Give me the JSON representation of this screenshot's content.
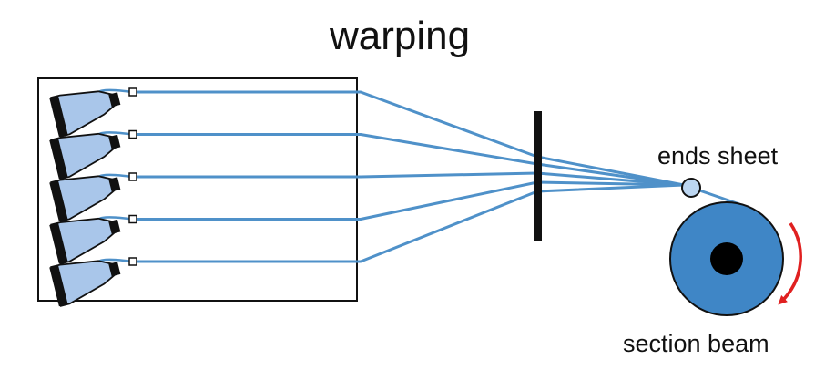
{
  "title": "warping",
  "labels": {
    "ends_sheet": "ends sheet",
    "section_beam": "section beam"
  },
  "elements": {
    "creel_packages": 5,
    "yarn_color": "#4f91c9",
    "package_fill": "#a9c6ea",
    "package_cap": "#111111",
    "beam_fill": "#3f86c6",
    "beam_core": "#000000",
    "guide_roller_fill": "#bcd6f1",
    "rotation_arrow_color": "#e02020",
    "reed_color": "#111111"
  }
}
